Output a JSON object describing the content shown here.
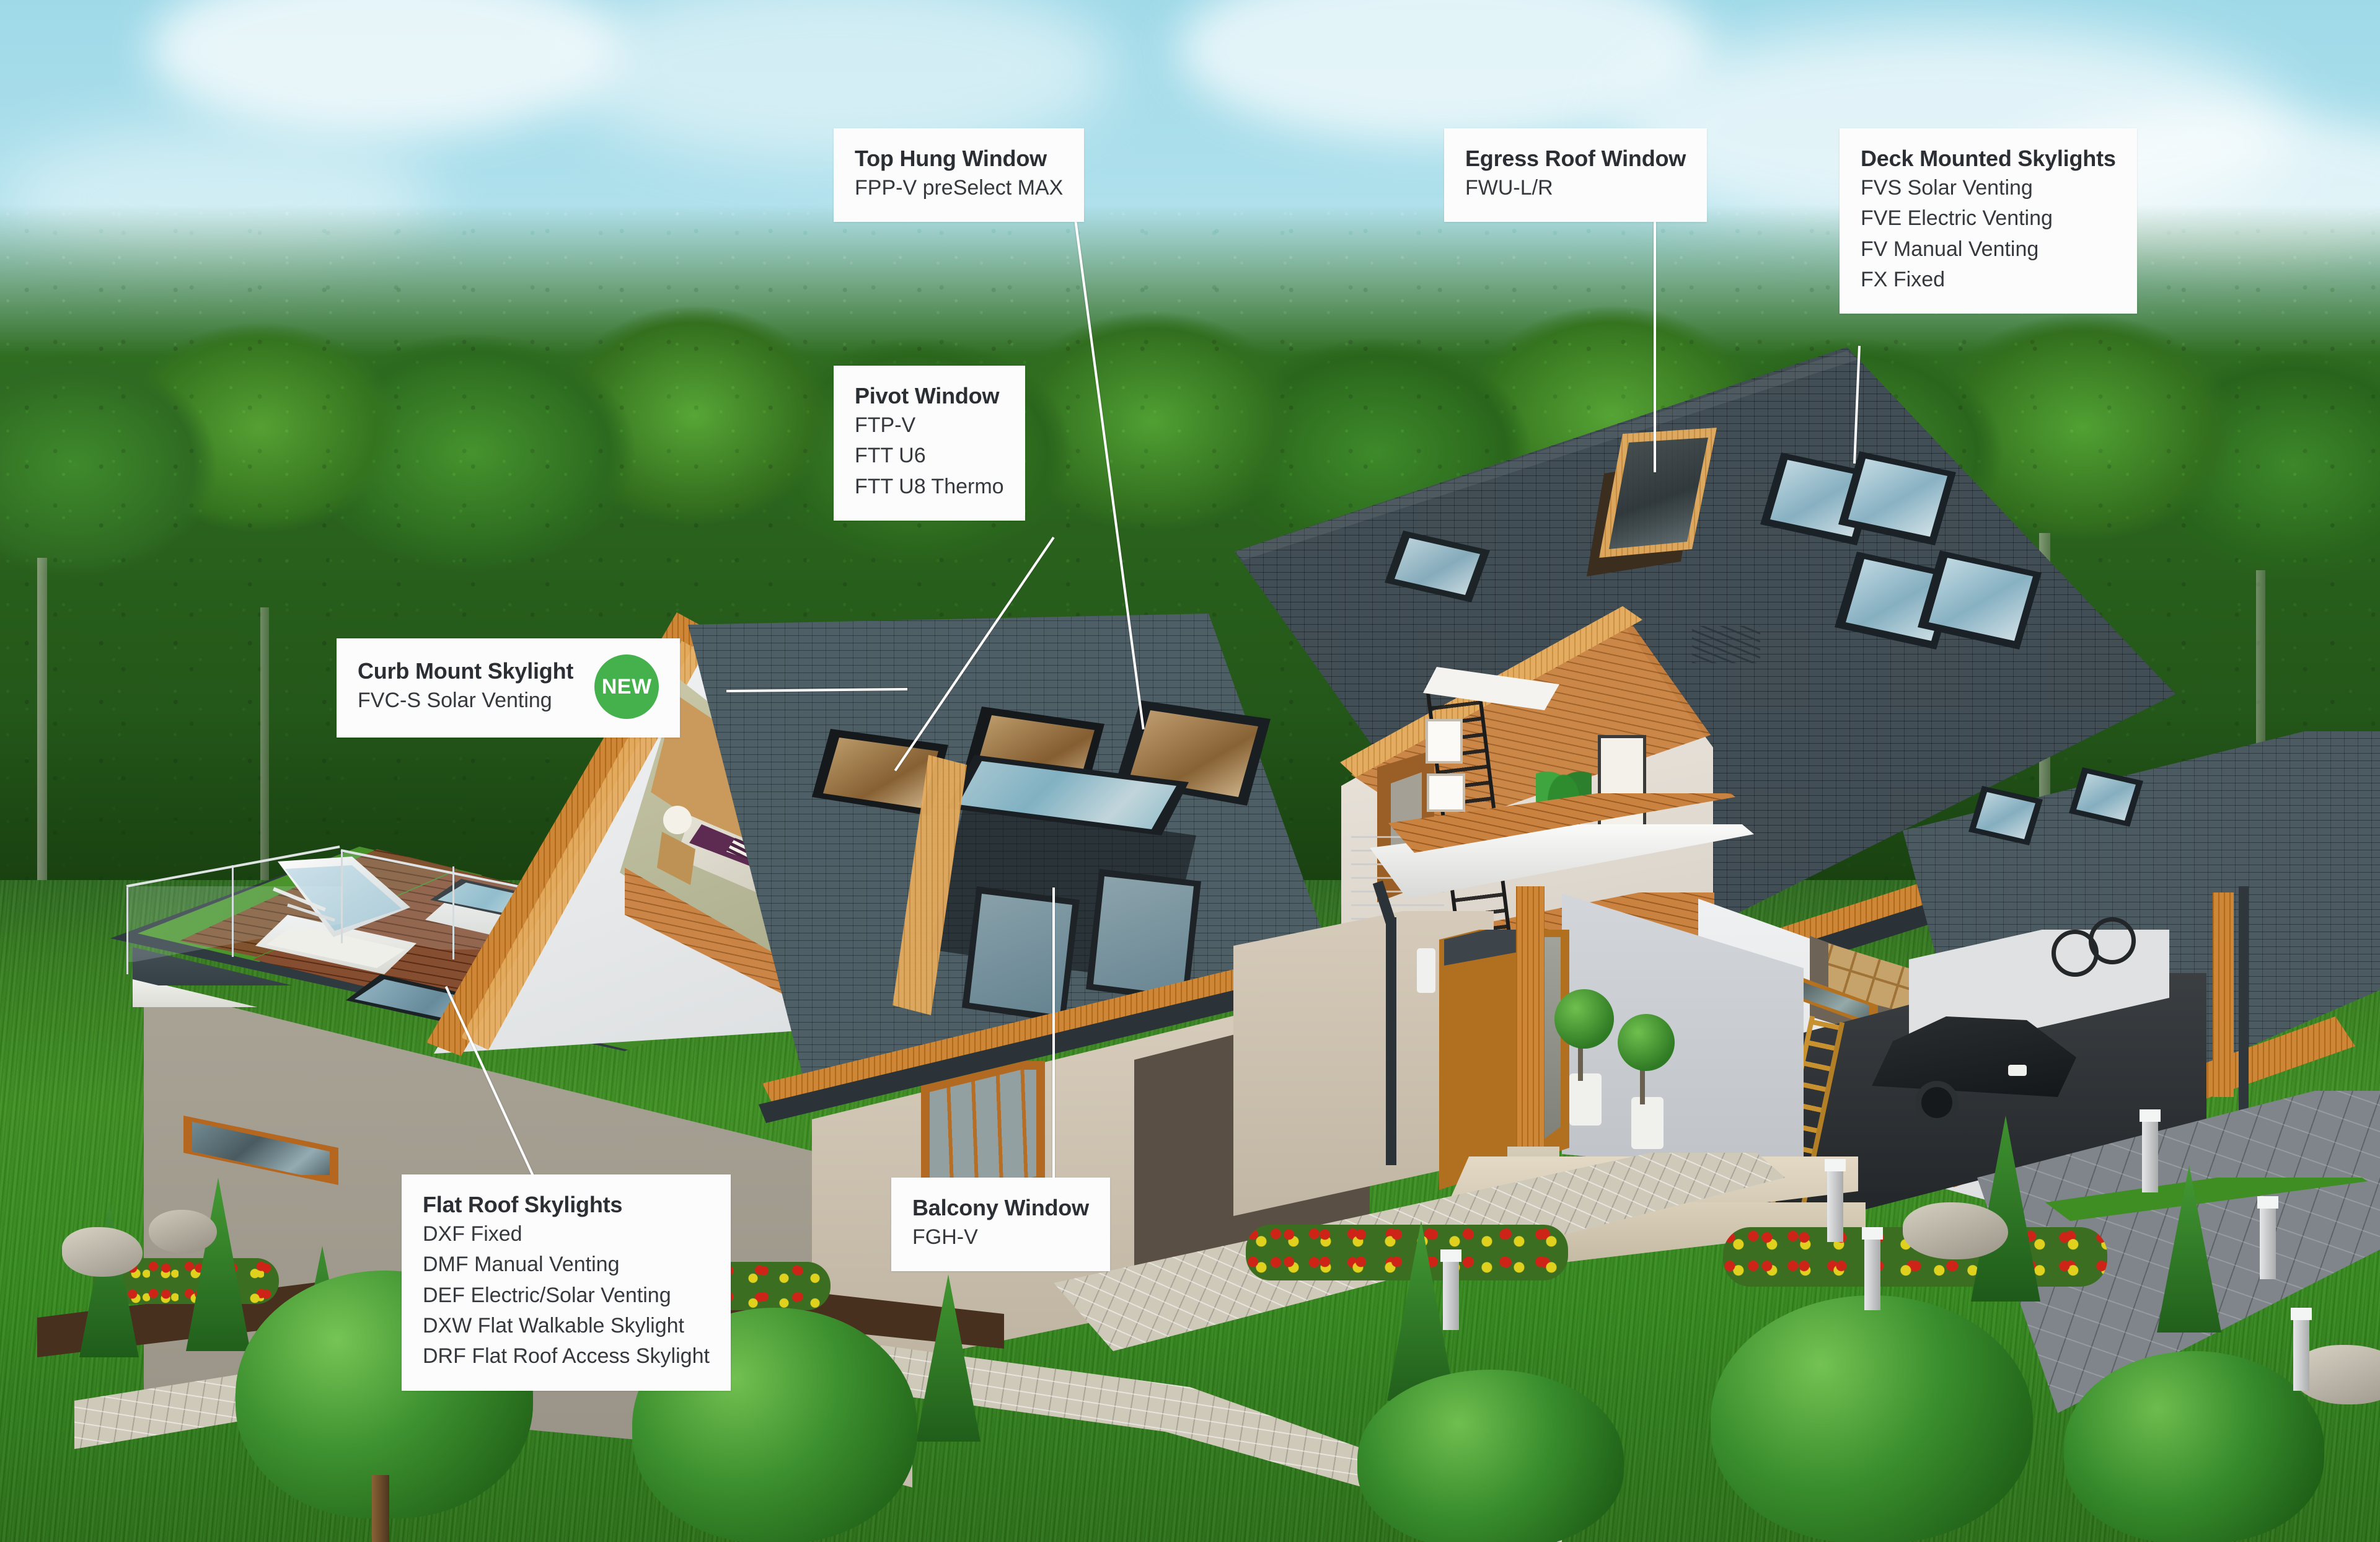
{
  "scene": {
    "title": "Roof window and skylight product overview on cutaway house render",
    "colors": {
      "sky": "#A9DFEB",
      "foliage": "#2F6B21",
      "lawn": "#3E9022",
      "roof_shingle": "#3E4F57",
      "wood_trim": "#C8791F",
      "wall_white": "#EDEFF0",
      "wall_beige": "#D3C8B8",
      "badge_green": "#44B14C",
      "label_bg": "#FCFCFC",
      "label_text": "#2B2F33"
    }
  },
  "labels": [
    {
      "id": "top-hung-window",
      "title": "Top Hung Window",
      "lines": [
        "FPP-V preSelect MAX"
      ],
      "badge": null
    },
    {
      "id": "egress-roof-window",
      "title": "Egress Roof Window",
      "lines": [
        "FWU-L/R"
      ],
      "badge": null
    },
    {
      "id": "deck-mounted-skylights",
      "title": "Deck Mounted Skylights",
      "lines": [
        "FVS Solar Venting",
        "FVE Electric Venting",
        "FV Manual Venting",
        "FX Fixed"
      ],
      "badge": null
    },
    {
      "id": "pivot-window",
      "title": "Pivot Window",
      "lines": [
        "FTP-V",
        "FTT U6",
        "FTT U8 Thermo"
      ],
      "badge": null
    },
    {
      "id": "curb-mount-skylight",
      "title": "Curb Mount Skylight",
      "lines": [
        "FVC-S Solar Venting"
      ],
      "badge": "NEW"
    },
    {
      "id": "flat-roof-skylights",
      "title": "Flat Roof Skylights",
      "lines": [
        "DXF Fixed",
        "DMF Manual Venting",
        "DEF Electric/Solar Venting",
        "DXW Flat Walkable Skylight",
        "DRF Flat Roof Access Skylight"
      ],
      "badge": null
    },
    {
      "id": "balcony-window",
      "title": "Balcony Window",
      "lines": [
        "FGH-V"
      ],
      "badge": null
    }
  ]
}
